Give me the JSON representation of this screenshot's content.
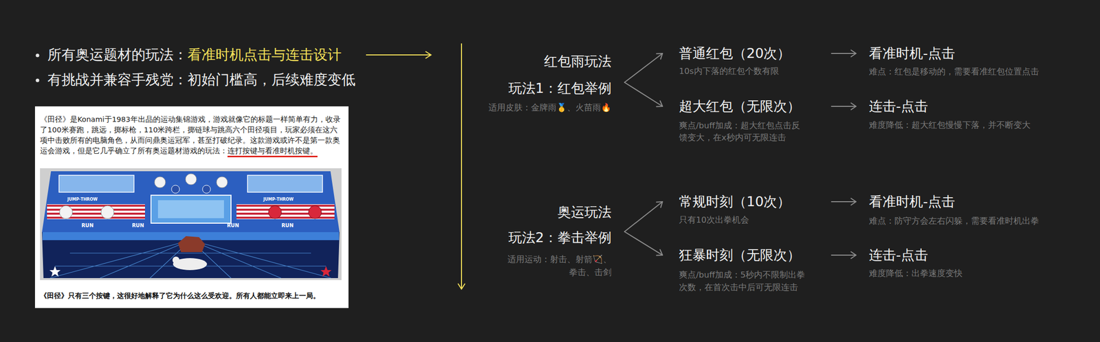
{
  "diagram": {
    "nodes": [
      {
        "text": [
          "《田径》是Konami于1983年出品的运动集锦游戏，游戏就像它的标题一样简单有力，收录了100米赛跑，跳远，掷标枪，110米跨栏，掷链球与跳高六个田径项目，玩家必须在这六项中击败所有的电脑角色，从而问鼎奥运冠军，甚至打破纪录。这款游戏或许不是第一款奥运会游戏，但是它几乎确立了所有奥运题材游戏的玩法：连打按键与看准时机按键。",
          "《田径》只有三个按键，这很好地解释了它为什么这么受欢迎。所有人都能立即来上一局。"
        ]
      },
      {
        "text": [
          "红包雨玩法",
          "玩法1：红包举例",
          "适用皮肤：金牌雨🥇、火苗雨🔥"
        ]
      },
      {
        "text": [
          "普通红包（20次）",
          "10s内下落的红包个数有限"
        ]
      },
      {
        "text": [
          "看准时机-点击",
          "难点：红包是移动的，需要看准红包位置点击"
        ]
      },
      {
        "text": [
          "超大红包（无限次）",
          "爽点/buff加成：超大红包点击反馈变大，在x秒内可无限连击"
        ]
      },
      {
        "text": [
          "连击-点击",
          "难度降低：超大红包慢慢下落，并不断变大"
        ]
      },
      {
        "text": [
          "奥运玩法",
          "玩法2：拳击举例",
          "适用运动：射击、射箭🏹、拳击、击剑"
        ]
      },
      {
        "text": [
          "常规时刻（10次）",
          "只有10次出拳机会"
        ]
      },
      {
        "text": [
          "看准时机-点击",
          "难点：防守方会左右闪躲，需要看准时机出拳"
        ]
      },
      {
        "text": [
          "狂暴时刻（无限次）",
          "爽点/buff加成：5秒内不限制出拳次数，在首次击中后可无限连击"
        ]
      },
      {
        "text": [
          "连击-点击",
          "难度降低：出拳速度变快"
        ]
      }
    ],
    "edges": [
      {
        "from": 1,
        "to": 2,
        "arrow": "to"
      },
      {
        "from": 1,
        "to": 4,
        "arrow": "to"
      },
      {
        "from": 2,
        "to": 3,
        "arrow": "to"
      },
      {
        "from": 4,
        "to": 5,
        "arrow": "to"
      },
      {
        "from": 6,
        "to": 7,
        "arrow": "to"
      },
      {
        "from": 6,
        "to": 9,
        "arrow": "to"
      },
      {
        "from": 7,
        "to": 8,
        "arrow": "to"
      },
      {
        "from": 9,
        "to": 10,
        "arrow": "to"
      }
    ],
    "labels": [
      "所有奥运题材的玩法：",
      "看准时机点击与连击设计",
      "有挑战并兼容手残党：初始门槛高，后续难度变低",
      "JUMP·THROW",
      "JUMP·THROW",
      "RUN",
      "RUN",
      "RUN",
      "RUN"
    ]
  }
}
